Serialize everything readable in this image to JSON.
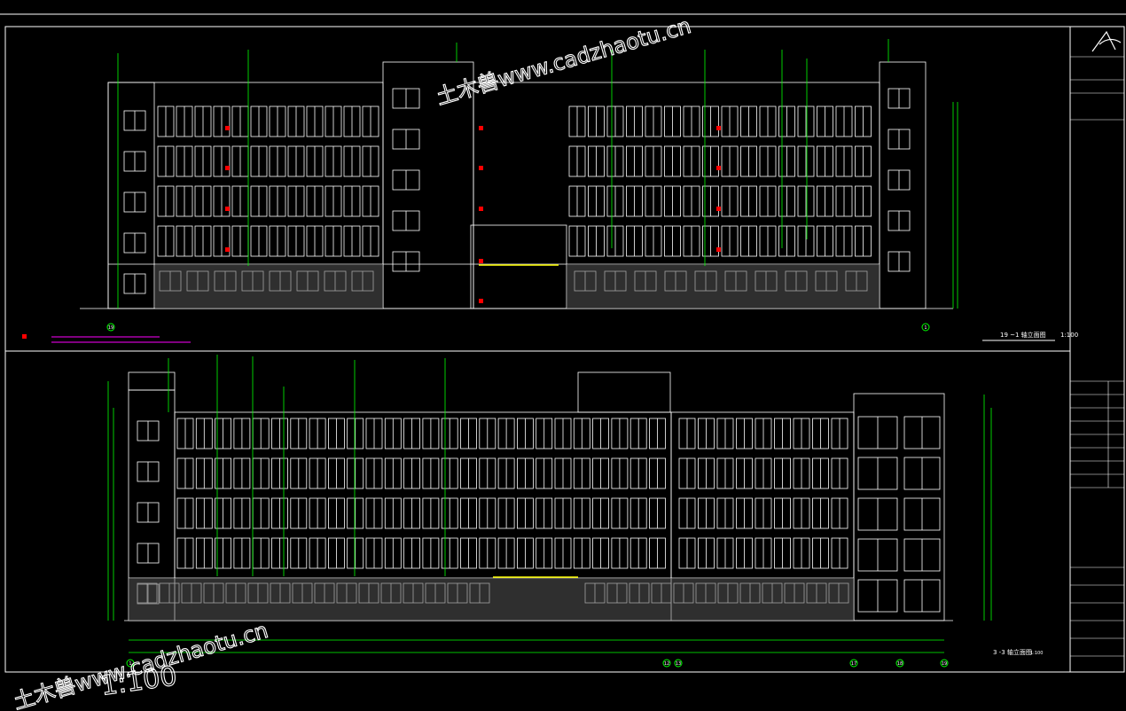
{
  "watermark": {
    "site": "土木兽www.cadzhaotu.cn",
    "site_bottom": "土木兽www.cadzhaotu.cn"
  },
  "upper_elevation": {
    "title": "19 ~1 轴立面图",
    "scale": "1:100",
    "axis_left": "19",
    "axis_right": "1"
  },
  "lower_elevation": {
    "title": "3 -3 轴立面图",
    "scale": "1:100",
    "axis_labels": [
      "1",
      "12",
      "13",
      "17",
      "18",
      "19"
    ]
  },
  "bottom_scale_text": "1:100",
  "colors": {
    "background": "#000000",
    "lines": "#ffffff",
    "leaders": "#00ff00",
    "notes": "#ff00ff",
    "markers": "#ff0000",
    "accent": "#ffff00"
  }
}
